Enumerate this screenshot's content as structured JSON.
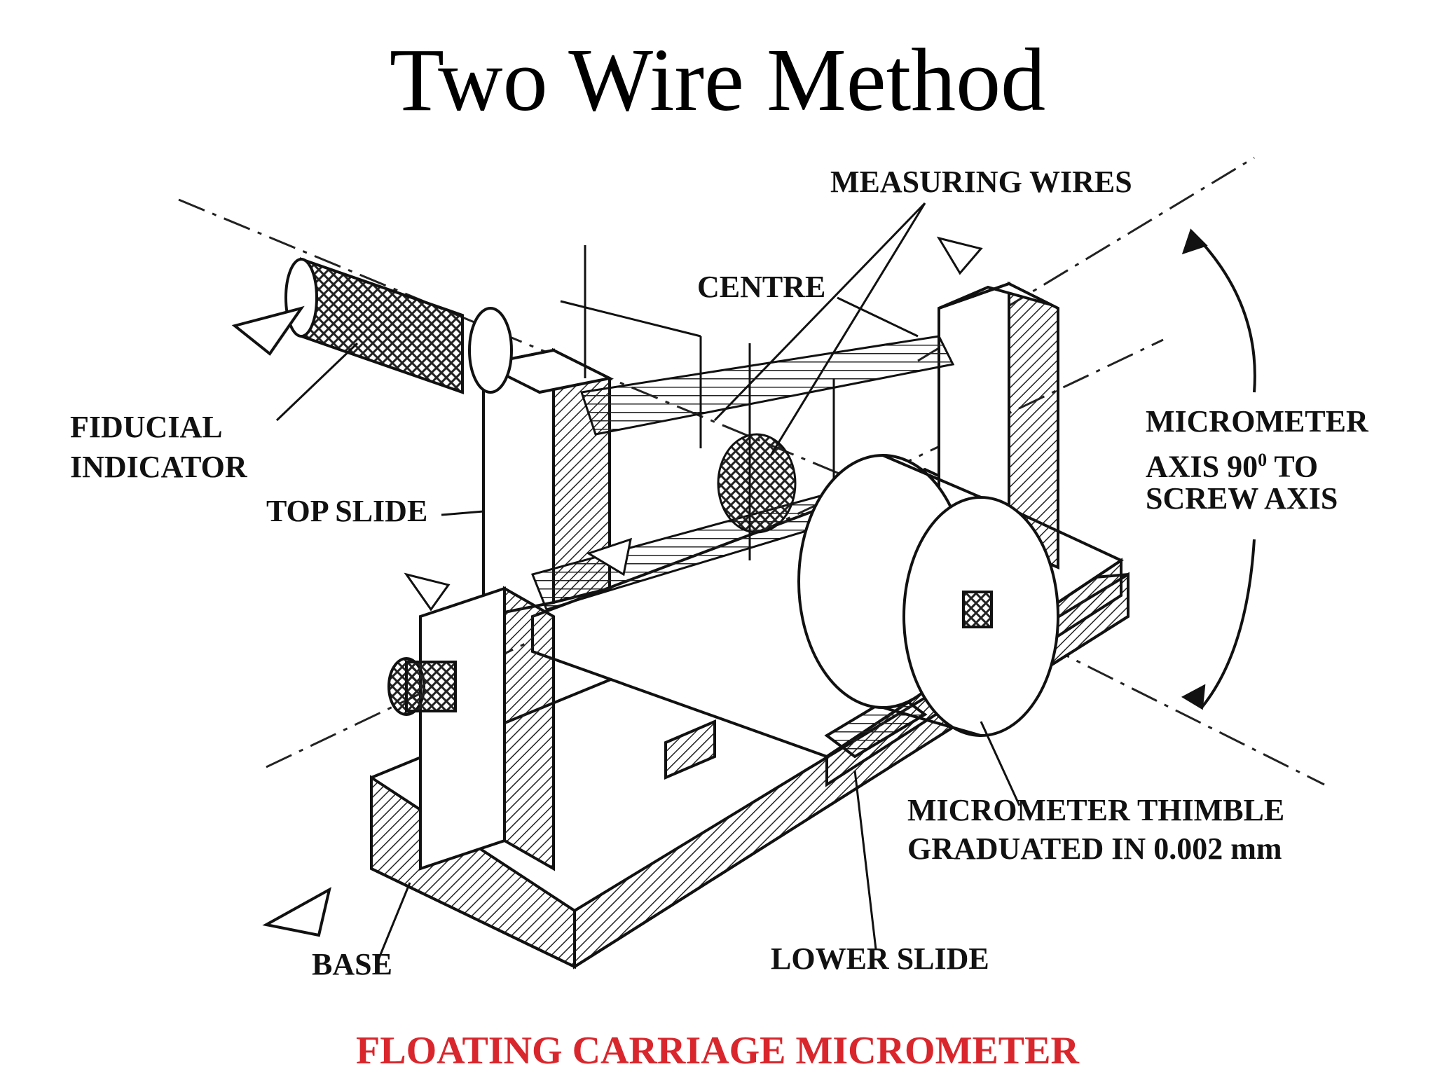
{
  "slide": {
    "title": "Two Wire Method",
    "caption": "FLOATING CARRIAGE MICROMETER",
    "caption_color": "#d9262c"
  },
  "diagram": {
    "labels": {
      "measuring_wires": "MEASURING WIRES",
      "centre": "CENTRE",
      "fiducial_line1": "FIDUCIAL",
      "fiducial_line2": "INDICATOR",
      "top_slide": "TOP SLIDE",
      "micrometer_axis_line1": "MICROMETER",
      "micrometer_axis_line2a": "AXIS 90",
      "micrometer_axis_sup": "0",
      "micrometer_axis_line2b": " TO",
      "micrometer_axis_line3": "SCREW AXIS",
      "thimble_line1": "MICROMETER THIMBLE",
      "thimble_line2": "GRADUATED IN 0.002 mm",
      "base": "BASE",
      "lower_slide": "LOWER SLIDE"
    }
  }
}
